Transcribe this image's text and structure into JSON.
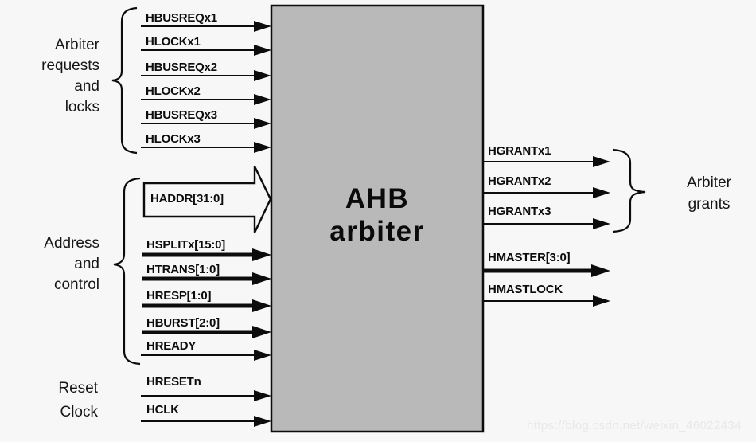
{
  "colors": {
    "background": "#f7f7f7",
    "block_fill": "#b9b9b9",
    "line": "#0c0c0c",
    "watermark": "#e8e8e8"
  },
  "block": {
    "title": "AHB\narbiter"
  },
  "group_labels": {
    "requests": "Arbiter\nrequests\nand\nlocks",
    "address": "Address\nand\ncontrol",
    "reset_clock": "Reset\nClock",
    "grants": "Arbiter\ngrants"
  },
  "inputs": {
    "requests_locks": [
      "HBUSREQx1",
      "HLOCKx1",
      "HBUSREQx2",
      "HLOCKx2",
      "HBUSREQx3",
      "HLOCKx3"
    ],
    "haddr": "HADDR[31:0]",
    "address_control": [
      "HSPLITx[15:0]",
      "HTRANS[1:0]",
      "HRESP[1:0]",
      "HBURST[2:0]",
      "HREADY"
    ],
    "reset_clock": [
      "HRESETn",
      "HCLK"
    ]
  },
  "outputs": {
    "grants": [
      "HGRANTx1",
      "HGRANTx2",
      "HGRANTx3"
    ],
    "master": [
      "HMASTER[3:0]",
      "HMASTLOCK"
    ]
  },
  "watermark": "https://blog.csdn.net/weixin_46022434"
}
